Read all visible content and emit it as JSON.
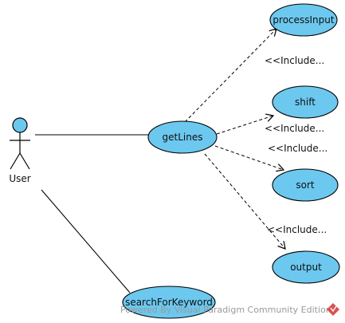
{
  "colors": {
    "usecase_fill": "#6cc8ef",
    "stroke": "#000000",
    "actor_head": "#6cc8ef",
    "watermark": "#9a9a9a",
    "logo": "#d9534f"
  },
  "actor": {
    "name": "User"
  },
  "use_cases": {
    "processInput": "processInput",
    "shift": "shift",
    "sort": "sort",
    "output": "output",
    "getLines": "getLines",
    "searchForKeyword": "searchForKeyword"
  },
  "include_labels": {
    "processInput": "<<Include...",
    "shift": "<<Include...",
    "sort": "<<Include...",
    "output": "<<Include..."
  },
  "watermark": {
    "text": "Powered By Visual Paradigm Community Edition",
    "icon": "visual-paradigm-logo-icon"
  }
}
